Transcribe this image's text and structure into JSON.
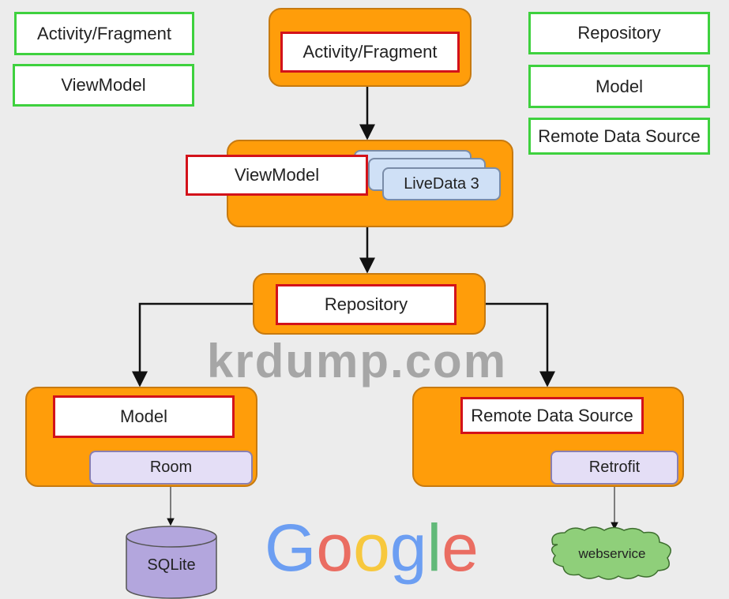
{
  "legend_left": [
    "Activity/Fragment",
    "ViewModel"
  ],
  "legend_right": [
    "Repository",
    "Model",
    "Remote Data Source"
  ],
  "diagram": {
    "activity": "Activity/Fragment",
    "viewmodel": "ViewModel",
    "livedata": "LiveData 3",
    "repository": "Repository",
    "model": "Model",
    "room": "Room",
    "sqlite": "SQLite",
    "remote": "Remote Data Source",
    "retrofit": "Retrofit",
    "webservice": "webservice"
  },
  "watermarks": {
    "site": "krdump.com",
    "google": "Google"
  },
  "colors": {
    "orange": "#ff9d0a",
    "red": "#d3121a",
    "legend_green": "#3ed13e",
    "cloud": "#8fcf7a",
    "cylinder": "#b3a6dd"
  }
}
